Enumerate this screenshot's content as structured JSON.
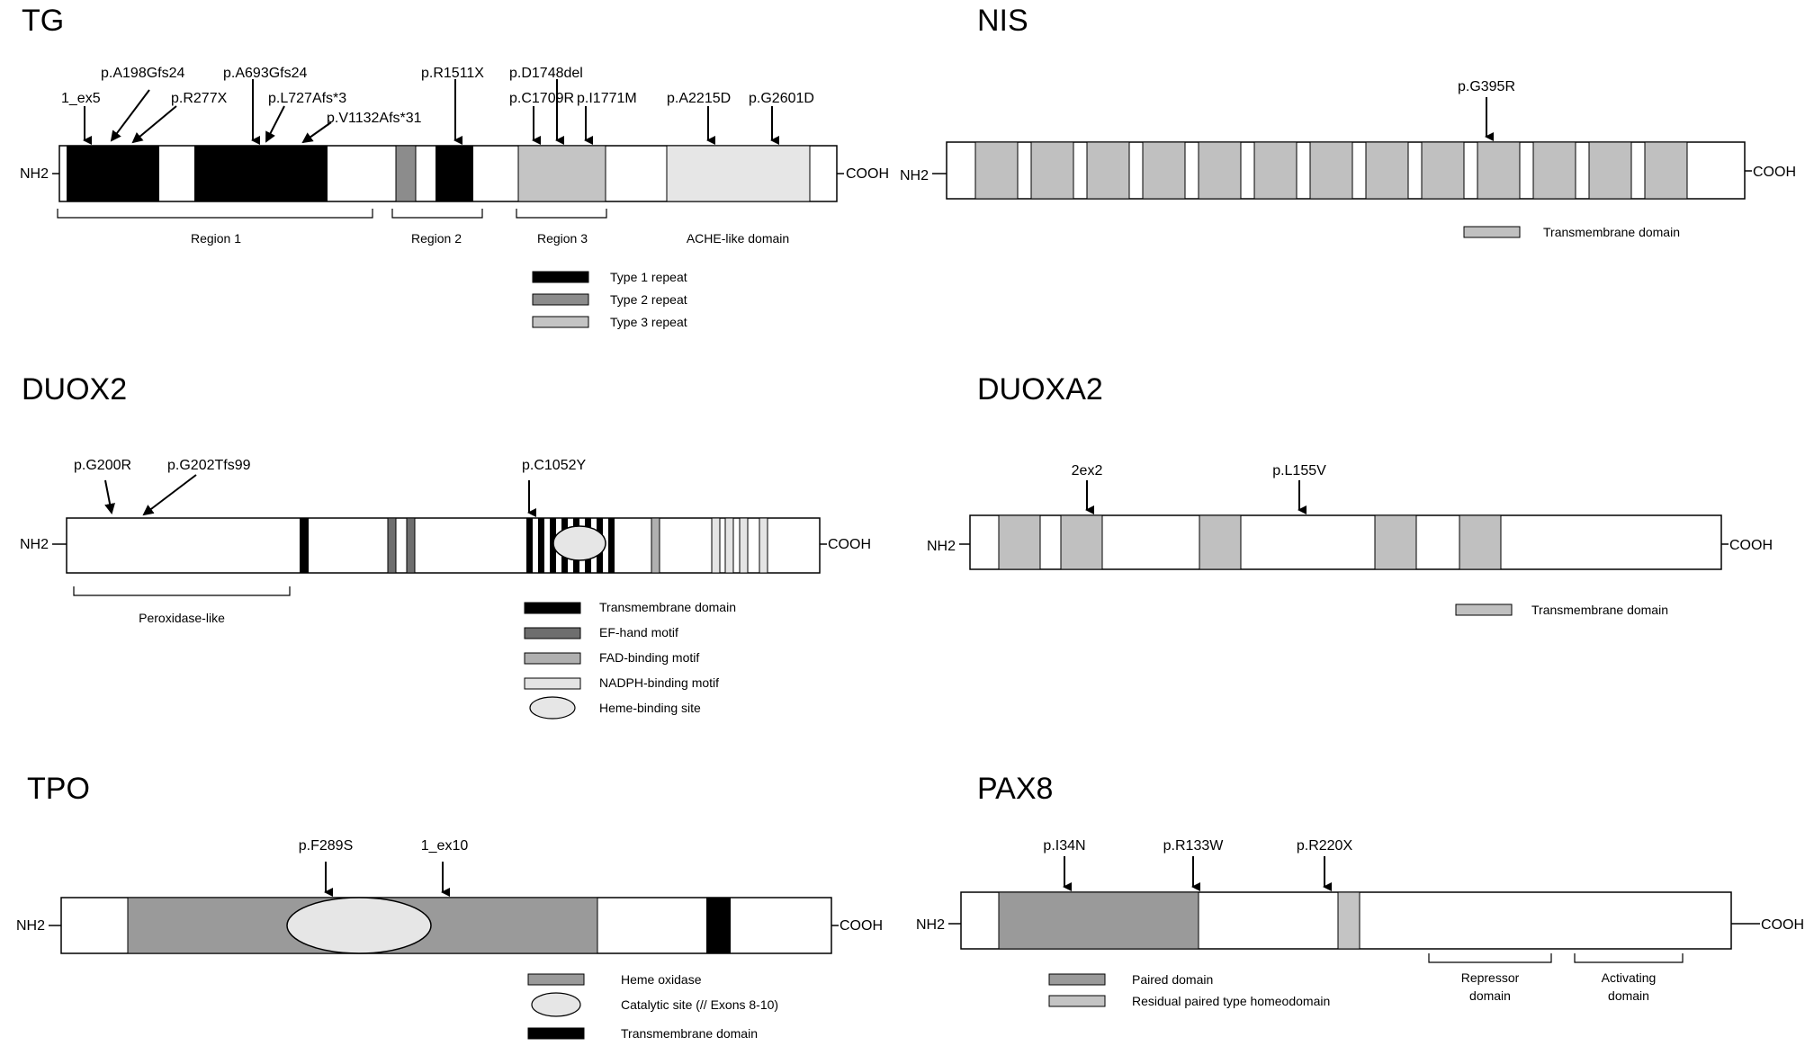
{
  "panels": {
    "tg": {
      "title": "TG",
      "nh2": "NH2",
      "cooh": "COOH",
      "mutations": [
        "1_ex5",
        "p.A198Gfs24",
        "p.R277X",
        "p.A693Gfs24",
        "p.L727Afs*3",
        "p.V1132Afs*31",
        "p.R1511X",
        "p.D1748del",
        "p.C1709R",
        "p.I1771M",
        "p.A2215D",
        "p.G2601D"
      ],
      "regions": [
        "Region 1",
        "Region 2",
        "Region 3",
        "ACHE-like domain"
      ],
      "legend": [
        "Type 1 repeat",
        "Type 2 repeat",
        "Type 3 repeat"
      ]
    },
    "nis": {
      "title": "NIS",
      "nh2": "NH2",
      "cooh": "COOH",
      "mutations": [
        "p.G395R"
      ],
      "legend": [
        "Transmembrane domain"
      ]
    },
    "duox2": {
      "title": "DUOX2",
      "nh2": "NH2",
      "cooh": "COOH",
      "mutations": [
        "p.G200R",
        "p.G202Tfs99",
        "p.C1052Y"
      ],
      "regions": [
        "Peroxidase-like"
      ],
      "legend": [
        "Transmembrane domain",
        "EF-hand motif",
        "FAD-binding motif",
        "NADPH-binding motif",
        "Heme-binding site"
      ]
    },
    "duoxa2": {
      "title": "DUOXA2",
      "nh2": "NH2",
      "cooh": "COOH",
      "mutations": [
        "2ex2",
        "p.L155V"
      ],
      "legend": [
        "Transmembrane domain"
      ]
    },
    "tpo": {
      "title": "TPO",
      "nh2": "NH2",
      "cooh": "COOH",
      "mutations": [
        "p.F289S",
        "1_ex10"
      ],
      "legend": [
        "Heme oxidase",
        "Catalytic site (// Exons 8-10)",
        "Transmembrane domain"
      ]
    },
    "pax8": {
      "title": "PAX8",
      "nh2": "NH2",
      "cooh": "COOH",
      "mutations": [
        "p.I34N",
        "p.R133W",
        "p.R220X"
      ],
      "regions": [
        "Repressor",
        "domain",
        "Activating",
        "domain"
      ],
      "legend": [
        "Paired domain",
        "Residual paired type homeodomain"
      ]
    }
  },
  "colors": {
    "type1": "#000000",
    "type2": "#8c8c8c",
    "type3": "#c4c4c4",
    "ache": "#e6e6e6",
    "tm": "#c0c0c0",
    "heme_oxidase": "#9a9a9a",
    "catalytic": "#e6e6e6",
    "nadph": "#e4e4e4",
    "fad": "#b0b0b0",
    "efhand": "#6e6e6e"
  }
}
